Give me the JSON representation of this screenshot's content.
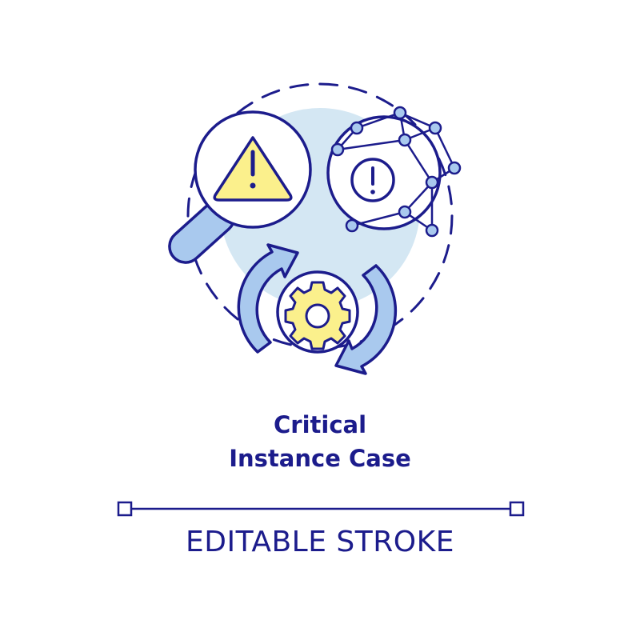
{
  "title": {
    "line1": "Critical",
    "line2": "Instance Case"
  },
  "caption": "EDITABLE STROKE",
  "colors": {
    "stroke": "#1c1c8c",
    "light_blue": "#d4e7f3",
    "handle_blue": "#a9c9ee",
    "yellow": "#fbf08c",
    "white": "#ffffff"
  },
  "icons": {
    "magnifier": "magnifier-icon",
    "warning": "warning-triangle-icon",
    "network": "network-globe-icon",
    "exclamation": "exclamation-icon",
    "gear": "gear-icon",
    "cycle": "cycle-arrows-icon"
  }
}
